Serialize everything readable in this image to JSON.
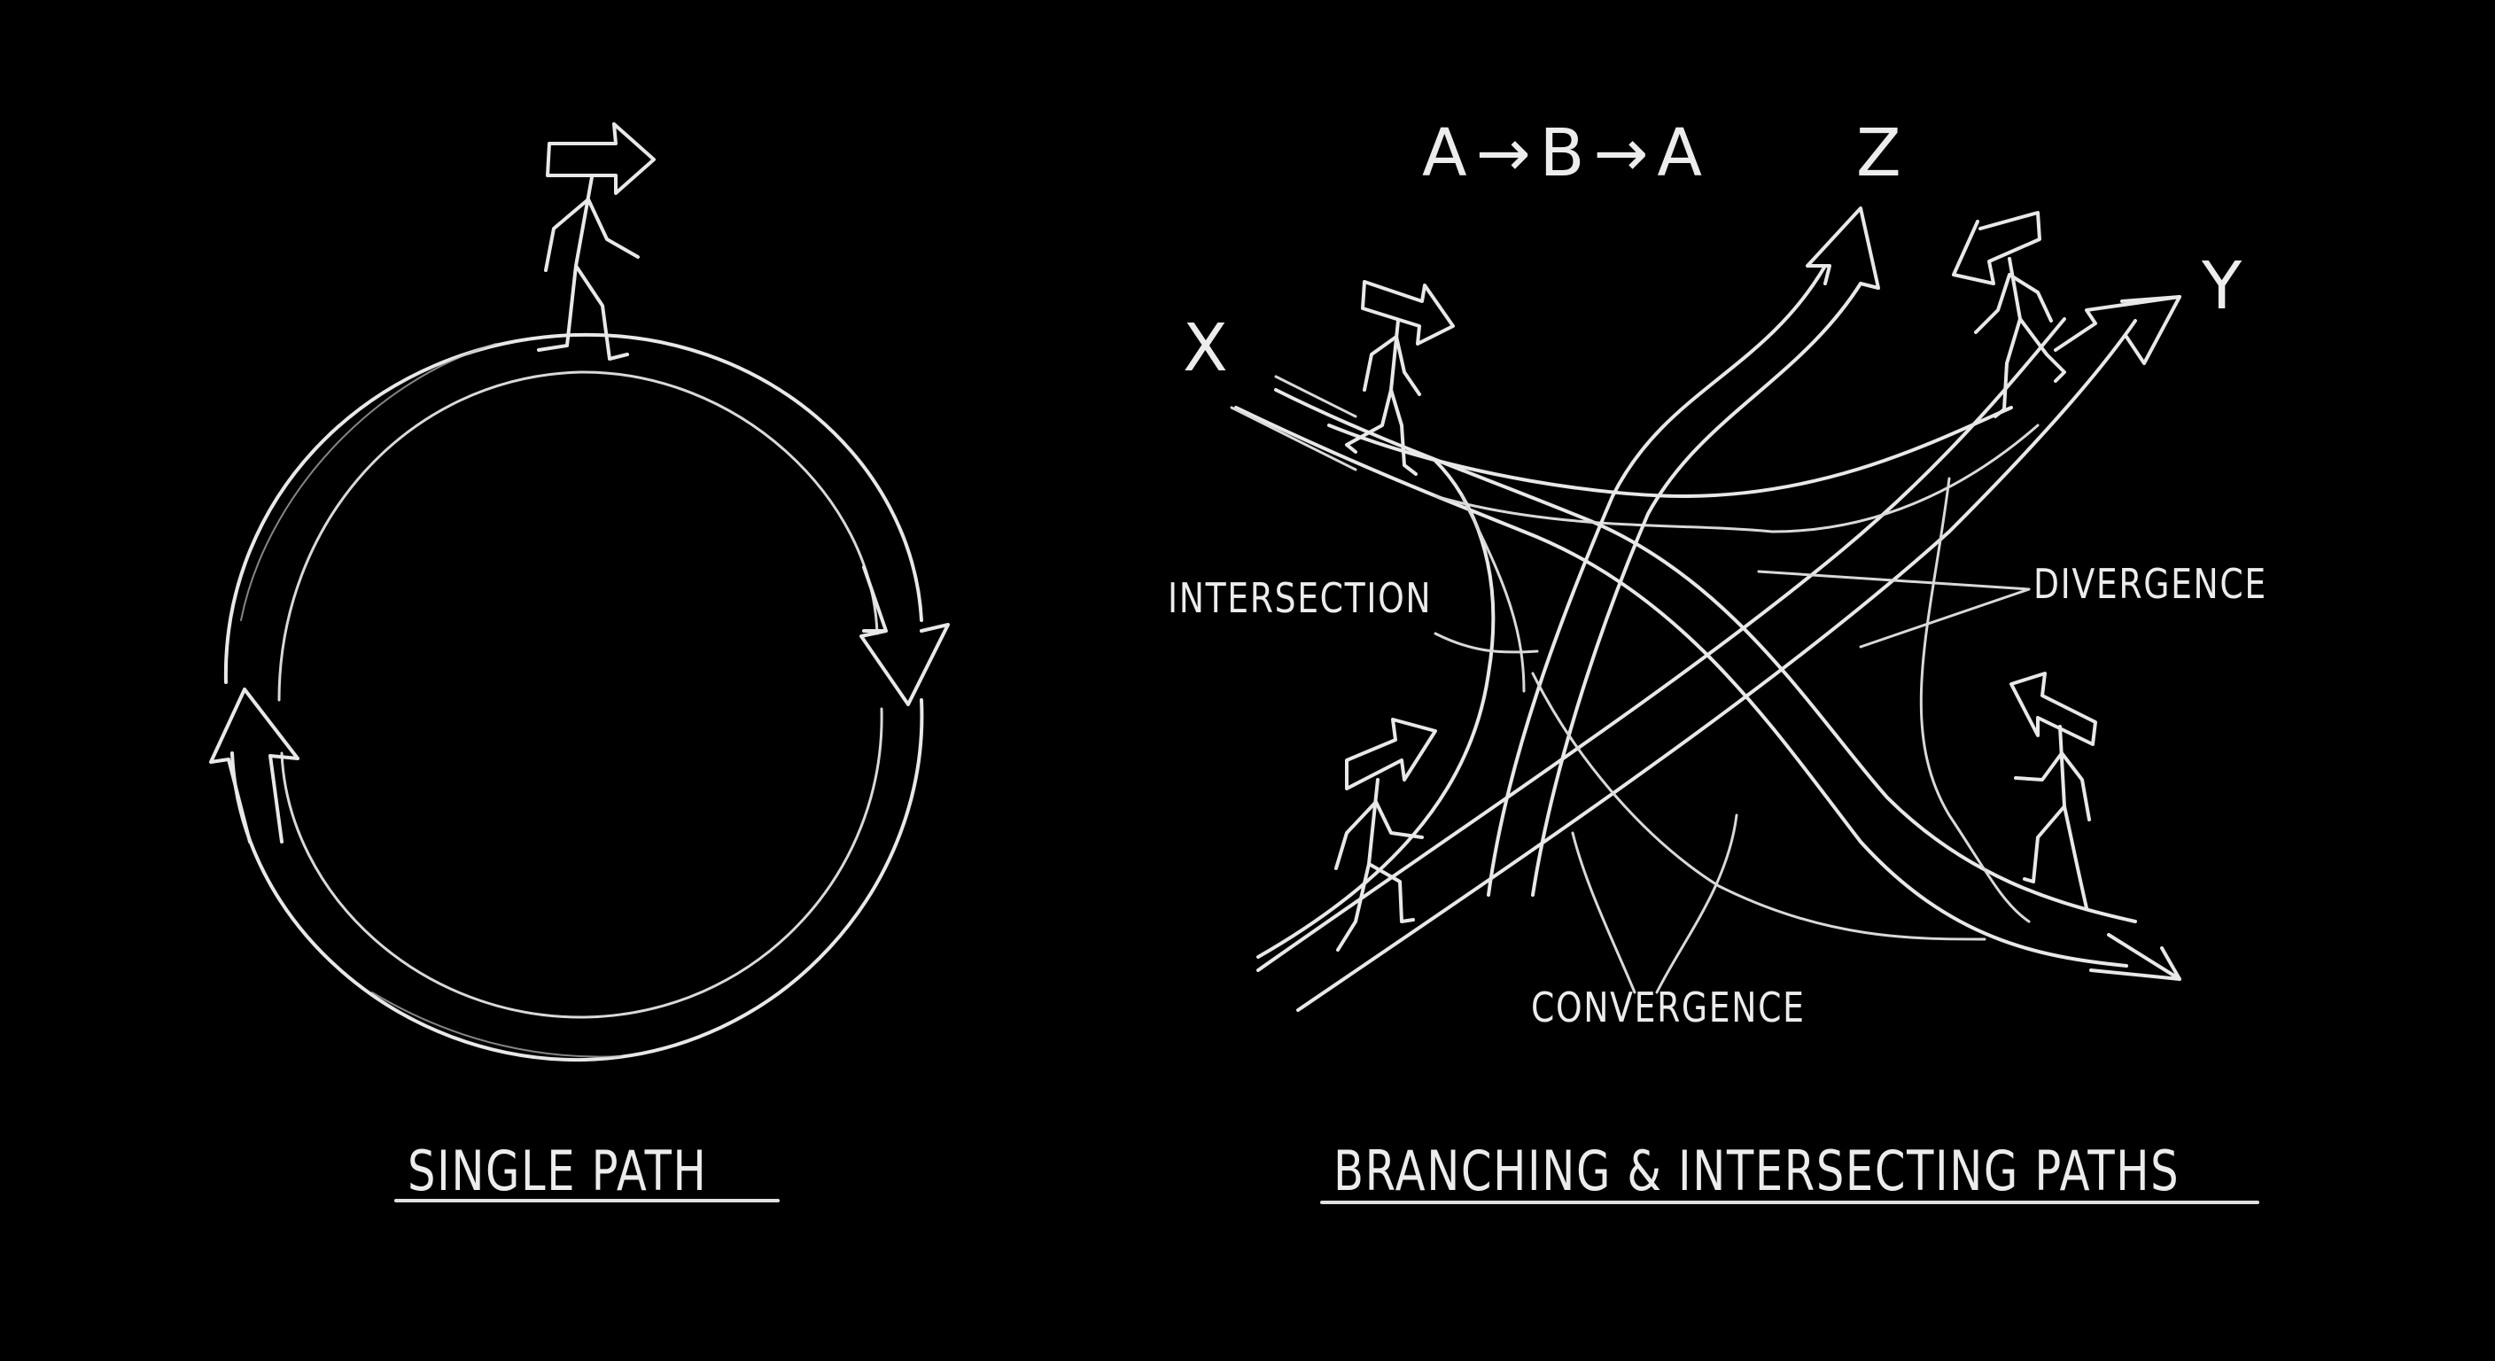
{
  "background_color": "#000000",
  "stroke_color": "#e8e8e8",
  "left_panel": {
    "title": "SINGLE PATH",
    "figure": "walking-figure-with-arrow-head",
    "loop_arrows": [
      "clockwise-down-right",
      "clockwise-up-left"
    ]
  },
  "right_panel": {
    "title": "BRANCHING & INTERSECTING PATHS",
    "sequence_label": "A→B→A",
    "endpoints": {
      "x": "X",
      "y": "Y",
      "z": "Z"
    },
    "annotations": {
      "intersection": "INTERSECTION",
      "divergence": "DIVERGENCE",
      "convergence": "CONVERGENCE"
    },
    "figures": [
      "walker-top-left-arrow-right",
      "walker-top-right-arrow-left",
      "walker-bottom-left-arrow-right",
      "walker-bottom-right-arrow-up-left"
    ]
  }
}
